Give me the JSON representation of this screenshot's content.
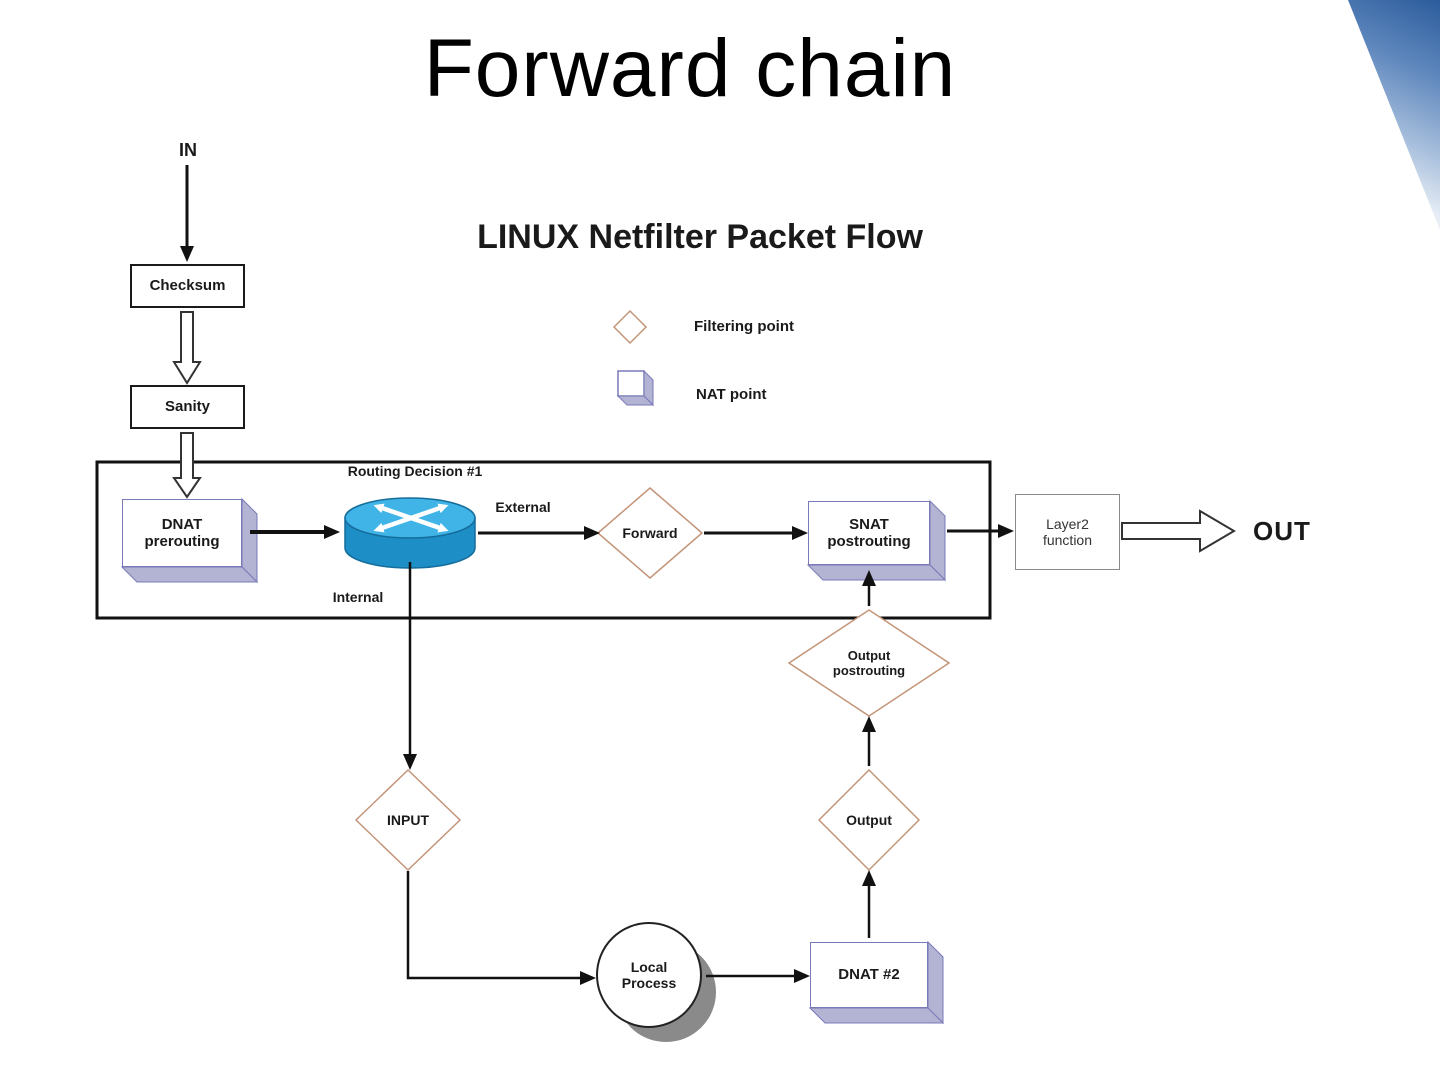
{
  "slide": {
    "title": "Forward chain"
  },
  "diagram": {
    "title": "LINUX Netfilter Packet Flow",
    "legend": {
      "filtering": "Filtering point",
      "nat": "NAT point"
    },
    "labels": {
      "in": "IN",
      "checksum": "Checksum",
      "sanity": "Sanity",
      "routing_decision": "Routing Decision #1",
      "external": "External",
      "internal": "Internal",
      "dnat_prerouting": "DNAT\nprerouting",
      "forward": "Forward",
      "snat_postrouting": "SNAT\npostrouting",
      "layer2": "Layer2\nfunction",
      "out": "OUT",
      "input": "INPUT",
      "local_process": "Local\nProcess",
      "dnat2": "DNAT #2",
      "output": "Output",
      "output_postrouting": "Output\npostrouting"
    },
    "colors": {
      "router_top": "#41b4e7",
      "router_body": "#1e8fc6",
      "diamond_border": "#c49478",
      "cube_side": "#b3b3d4",
      "cube_border": "#7a7ab8",
      "corner_accent": "#2c5c9c"
    }
  }
}
